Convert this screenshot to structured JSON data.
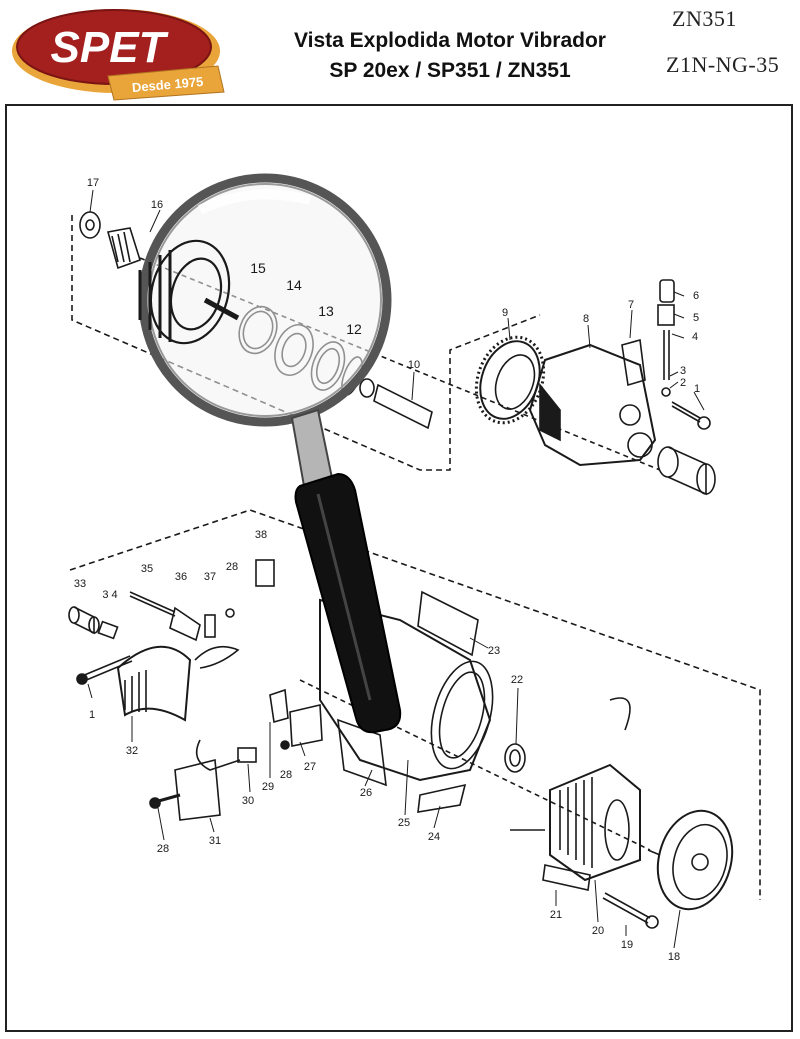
{
  "logo": {
    "brand": "SPET",
    "tagline": "Desde 1975"
  },
  "title": {
    "line1": "Vista Explodida Motor Vibrador",
    "line2": "SP 20ex / SP351 / ZN351"
  },
  "codes": {
    "model": "ZN351",
    "part": "Z1N-NG-35"
  },
  "callouts": {
    "c1a": "1",
    "c1b": "1",
    "c2": "2",
    "c3": "3",
    "c4": "4",
    "c5": "5",
    "c6": "6",
    "c7": "7",
    "c8": "8",
    "c9": "9",
    "c10": "10",
    "c12": "12",
    "c13": "13",
    "c14": "14",
    "c15": "15",
    "c16": "16",
    "c17": "17",
    "c18": "18",
    "c19": "19",
    "c20": "20",
    "c21": "21",
    "c22": "22",
    "c23": "23",
    "c24": "24",
    "c25": "25",
    "c26": "26",
    "c27": "27",
    "c28a": "28",
    "c28b": "28",
    "c28c": "28",
    "c29": "29",
    "c30": "30",
    "c31": "31",
    "c32": "32",
    "c33": "33",
    "c34": "3 4",
    "c35": "35",
    "c36": "36",
    "c37": "37",
    "c38": "38"
  },
  "colors": {
    "brand_red": "#a3201f",
    "brand_gold": "#e9a43a",
    "ink": "#1a1a1a"
  }
}
